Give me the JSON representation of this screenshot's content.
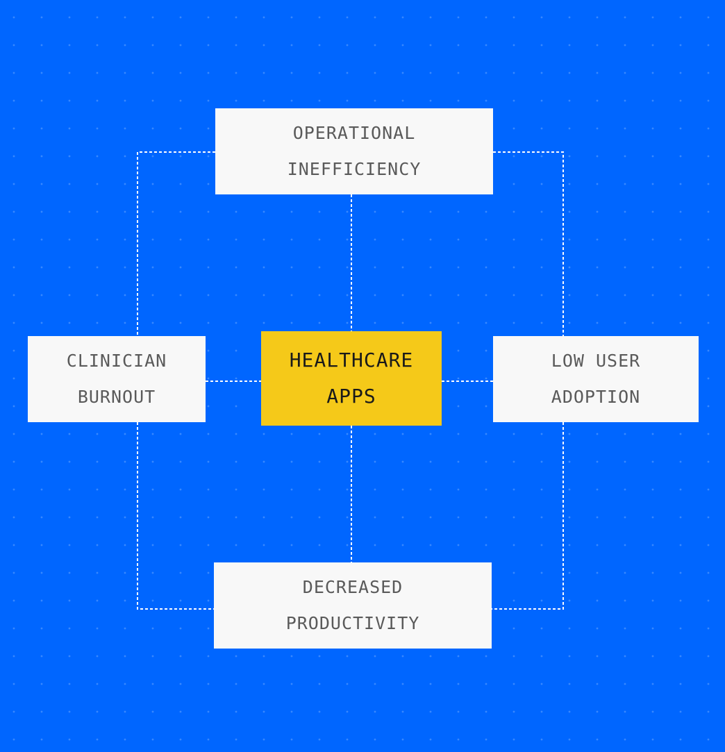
{
  "diagram": {
    "center": {
      "line1": "HEALTHCARE",
      "line2": "APPS"
    },
    "top": {
      "line1": "OPERATIONAL",
      "line2": "INEFFICIENCY"
    },
    "left": {
      "line1": "CLINICIAN",
      "line2": "BURNOUT"
    },
    "right": {
      "line1": "LOW USER",
      "line2": "ADOPTION"
    },
    "bottom": {
      "line1": "DECREASED",
      "line2": "PRODUCTIVITY"
    }
  },
  "colors": {
    "background": "#0066FF",
    "box": "#F8F8F8",
    "center_box": "#F5C919",
    "box_text": "#5A5A5A",
    "center_text": "#1A1A1A",
    "connector": "#FFFFFF"
  }
}
